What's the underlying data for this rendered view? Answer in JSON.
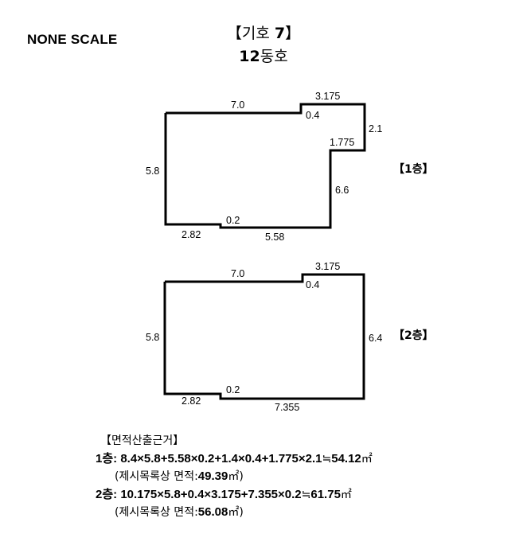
{
  "scale_note": "NONE SCALE",
  "title": {
    "line1_prefix": "【기호 ",
    "line1_num": "7",
    "line1_suffix": "】",
    "line2_num": "12",
    "line2_text": "동호"
  },
  "floor1": {
    "label": "【1층】",
    "dims": {
      "top_left": "7.0",
      "top_right": "3.175",
      "step_small": "0.4",
      "right_upper": "2.1",
      "notch_width": "1.775",
      "left": "5.8",
      "right_lower": "6.6",
      "bottom_step": "0.2",
      "bottom_left": "2.82",
      "bottom_right": "5.58"
    }
  },
  "floor2": {
    "label": "【2층】",
    "dims": {
      "top_left": "7.0",
      "top_right": "3.175",
      "step_small": "0.4",
      "left": "5.8",
      "right": "6.4",
      "bottom_step": "0.2",
      "bottom_left": "2.82",
      "bottom_right": "7.355"
    }
  },
  "calc": {
    "heading": "【면적산출근거】",
    "f1_prefix": "1층: ",
    "f1_formula": "8.4×5.8+5.58×0.2+1.4×0.4+1.775×2.1",
    "f1_approx": "≒",
    "f1_result": "54.12",
    "f1_unit": "㎡",
    "f1_note_prefix": "(제시목록상 면적:",
    "f1_note_value": "49.39",
    "f1_note_suffix": "㎡)",
    "f2_prefix": "2층: ",
    "f2_formula": "10.175×5.8+0.4×3.175+7.355×0.2",
    "f2_approx": "≒",
    "f2_result": "61.75",
    "f2_unit": "㎡",
    "f2_note_prefix": "(제시목록상 면적:",
    "f2_note_value": "56.08",
    "f2_note_suffix": "㎡)"
  }
}
